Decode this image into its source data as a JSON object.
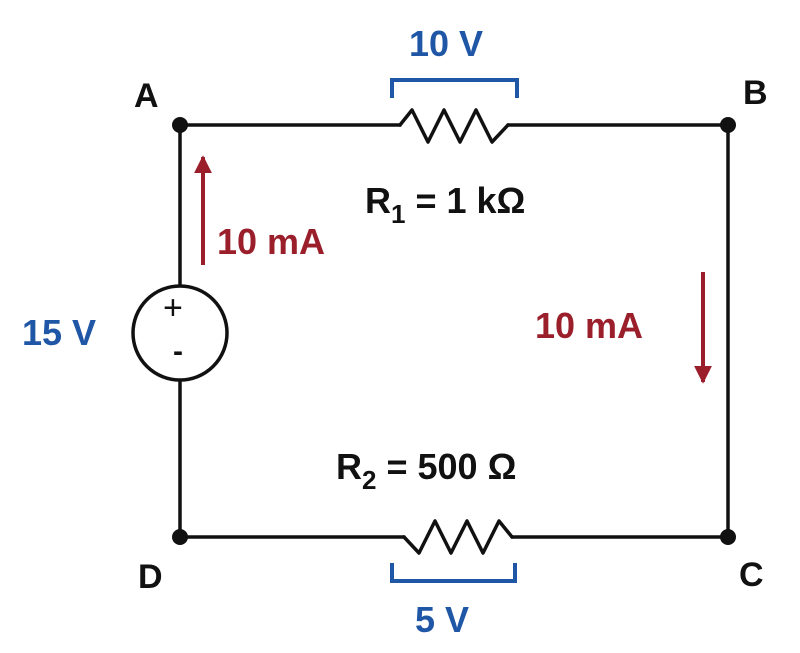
{
  "colors": {
    "wire": "#111111",
    "voltage": "#1f56a6",
    "current": "#9a1f2b"
  },
  "nodes": {
    "a": "A",
    "b": "B",
    "c": "C",
    "d": "D"
  },
  "source": {
    "voltage": "15 V",
    "plus_sign": "+",
    "minus_sign": "-"
  },
  "r1": {
    "symbol": "R",
    "subscript": "1",
    "value_text": " = 1 kΩ",
    "voltage_drop": "10 V"
  },
  "r2": {
    "symbol": "R",
    "subscript": "2",
    "value_text": " = 500 Ω",
    "voltage_drop": "5 V"
  },
  "currents": {
    "left": "10 mA",
    "right": "10 mA"
  }
}
